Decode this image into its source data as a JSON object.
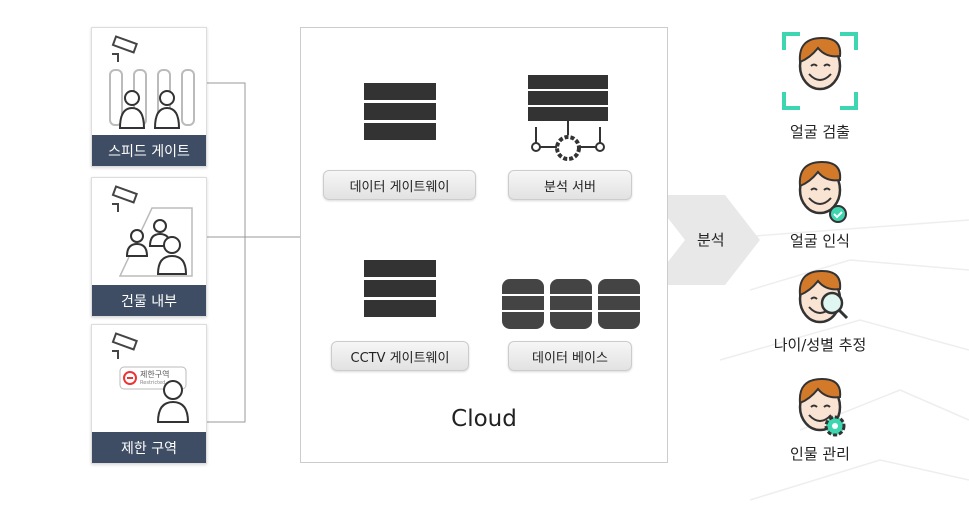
{
  "sources": [
    {
      "label": "스피드 게이트"
    },
    {
      "label": "건물 내부"
    },
    {
      "label": "제한 구역",
      "sign_text": "제한구역",
      "sign_sub": "Restricted"
    }
  ],
  "cloud": {
    "title": "Cloud",
    "nodes": {
      "data_gateway": "데이터 게이트웨이",
      "analysis_server": "분석 서버",
      "cctv_gateway": "CCTV 게이트웨이",
      "database": "데이터 베이스"
    }
  },
  "arrow_label": "분석",
  "outputs": [
    {
      "label": "얼굴 검출",
      "icon": "face-detect-icon"
    },
    {
      "label": "얼굴 인식",
      "icon": "face-check-icon"
    },
    {
      "label": "나이/성별 추정",
      "icon": "face-search-icon"
    },
    {
      "label": "인물 관리",
      "icon": "face-gear-icon"
    }
  ],
  "colors": {
    "label_bar": "#3e4d63",
    "accent": "#3ed6b0",
    "hair": "#d27a2a",
    "skin": "#f9e3d3"
  }
}
